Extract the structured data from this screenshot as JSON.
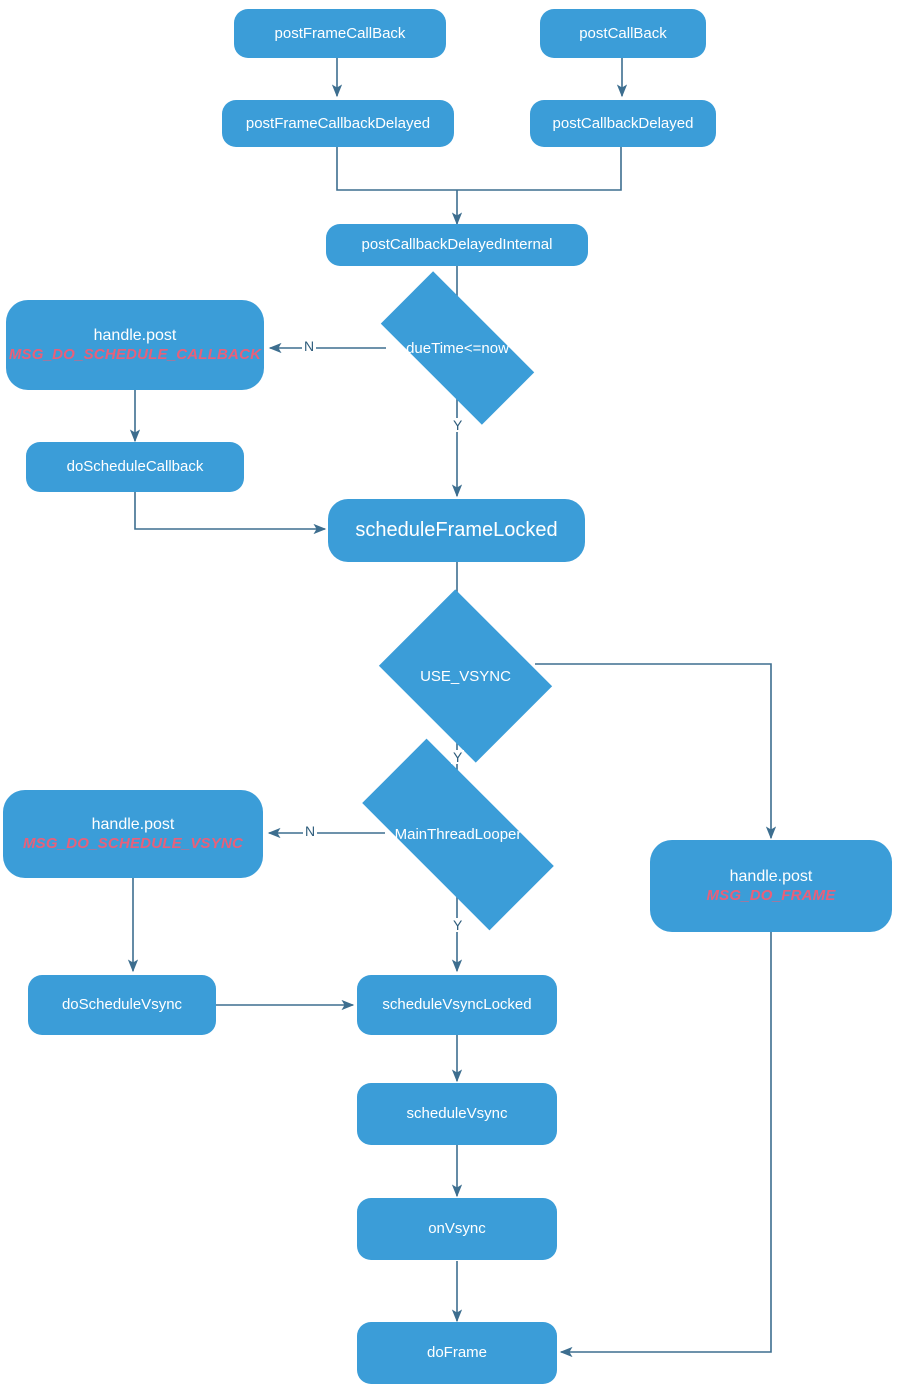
{
  "diagram": {
    "title": "Android Choreographer callback scheduling flow",
    "colors": {
      "node_fill": "#3b9dd8",
      "node_text": "#ffffff",
      "subtitle_text": "#e8607a",
      "edge_stroke": "#3d6e8f",
      "background": "#ffffff"
    },
    "nodes": [
      {
        "id": "postFrameCallBack",
        "label": "postFrameCallBack",
        "sub": "",
        "shape": "rounded-rect"
      },
      {
        "id": "postCallBack",
        "label": "postCallBack",
        "sub": "",
        "shape": "rounded-rect"
      },
      {
        "id": "postFrameCallbackDelayed",
        "label": "postFrameCallbackDelayed",
        "sub": "",
        "shape": "rounded-rect"
      },
      {
        "id": "postCallbackDelayed",
        "label": "postCallbackDelayed",
        "sub": "",
        "shape": "rounded-rect"
      },
      {
        "id": "postCallbackDelayedInternal",
        "label": "postCallbackDelayedInternal",
        "sub": "",
        "shape": "rounded-rect"
      },
      {
        "id": "dueTimeCheck",
        "label": "dueTime<=now",
        "sub": "",
        "shape": "diamond"
      },
      {
        "id": "handlePostScheduleCallback",
        "label": "handle.post",
        "sub": "MSG_DO_SCHEDULE_CALLBACK",
        "shape": "rounded-rect"
      },
      {
        "id": "doScheduleCallback",
        "label": "doScheduleCallback",
        "sub": "",
        "shape": "rounded-rect"
      },
      {
        "id": "scheduleFrameLocked",
        "label": "scheduleFrameLocked",
        "sub": "",
        "shape": "rounded-rect"
      },
      {
        "id": "useVsyncCheck",
        "label": "USE_VSYNC",
        "sub": "",
        "shape": "diamond"
      },
      {
        "id": "mainThreadLooperCheck",
        "label": "MainThreadLooper",
        "sub": "",
        "shape": "diamond"
      },
      {
        "id": "handlePostScheduleVsync",
        "label": "handle.post",
        "sub": "MSG_DO_SCHEDULE_VSYNC",
        "shape": "rounded-rect"
      },
      {
        "id": "handlePostDoFrame",
        "label": "handle.post",
        "sub": "MSG_DO_FRAME",
        "shape": "rounded-rect"
      },
      {
        "id": "doScheduleVsync",
        "label": "doScheduleVsync",
        "sub": "",
        "shape": "rounded-rect"
      },
      {
        "id": "scheduleVsyncLocked",
        "label": "scheduleVsyncLocked",
        "sub": "",
        "shape": "rounded-rect"
      },
      {
        "id": "scheduleVsync",
        "label": "scheduleVsync",
        "sub": "",
        "shape": "rounded-rect"
      },
      {
        "id": "onVsync",
        "label": "onVsync",
        "sub": "",
        "shape": "rounded-rect"
      },
      {
        "id": "doFrame",
        "label": "doFrame",
        "sub": "",
        "shape": "rounded-rect"
      }
    ],
    "edge_labels": {
      "dueTime_no": "N",
      "dueTime_yes": "Y",
      "useVsync_yes": "Y",
      "mainThreadLooper_no": "N",
      "mainThreadLooper_yes": "Y"
    },
    "edges": [
      {
        "from": "postFrameCallBack",
        "to": "postFrameCallbackDelayed",
        "label": ""
      },
      {
        "from": "postCallBack",
        "to": "postCallbackDelayed",
        "label": ""
      },
      {
        "from": "postFrameCallbackDelayed",
        "to": "postCallbackDelayedInternal",
        "label": ""
      },
      {
        "from": "postCallbackDelayed",
        "to": "postCallbackDelayedInternal",
        "label": ""
      },
      {
        "from": "postCallbackDelayedInternal",
        "to": "dueTimeCheck",
        "label": ""
      },
      {
        "from": "dueTimeCheck",
        "to": "handlePostScheduleCallback",
        "label": "N"
      },
      {
        "from": "dueTimeCheck",
        "to": "scheduleFrameLocked",
        "label": "Y"
      },
      {
        "from": "handlePostScheduleCallback",
        "to": "doScheduleCallback",
        "label": ""
      },
      {
        "from": "doScheduleCallback",
        "to": "scheduleFrameLocked",
        "label": ""
      },
      {
        "from": "scheduleFrameLocked",
        "to": "useVsyncCheck",
        "label": ""
      },
      {
        "from": "useVsyncCheck",
        "to": "handlePostDoFrame",
        "label": ""
      },
      {
        "from": "useVsyncCheck",
        "to": "mainThreadLooperCheck",
        "label": "Y"
      },
      {
        "from": "mainThreadLooperCheck",
        "to": "handlePostScheduleVsync",
        "label": "N"
      },
      {
        "from": "mainThreadLooperCheck",
        "to": "scheduleVsyncLocked",
        "label": "Y"
      },
      {
        "from": "handlePostScheduleVsync",
        "to": "doScheduleVsync",
        "label": ""
      },
      {
        "from": "doScheduleVsync",
        "to": "scheduleVsyncLocked",
        "label": ""
      },
      {
        "from": "scheduleVsyncLocked",
        "to": "scheduleVsync",
        "label": ""
      },
      {
        "from": "scheduleVsync",
        "to": "onVsync",
        "label": ""
      },
      {
        "from": "onVsync",
        "to": "doFrame",
        "label": ""
      },
      {
        "from": "handlePostDoFrame",
        "to": "doFrame",
        "label": ""
      }
    ]
  }
}
